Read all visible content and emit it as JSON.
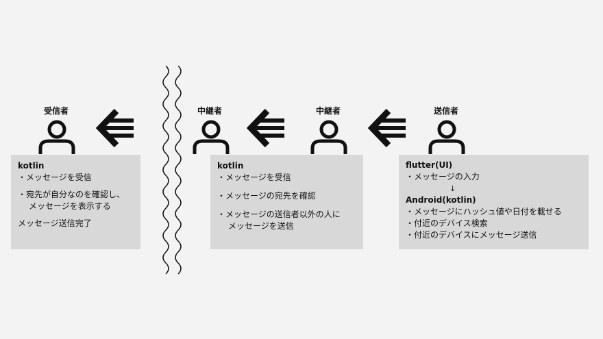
{
  "receiver": {
    "label": "受信者",
    "title": "kotlin",
    "items": [
      "・メッセージを受信",
      "・宛先が自分なのを確認し、",
      "メッセージを表示する"
    ],
    "footer": "メッセージ送信完了"
  },
  "relay1": {
    "label": "中継者"
  },
  "relay2": {
    "label": "中継者",
    "title": "kotlin",
    "items": [
      "・メッセージを受信",
      "・メッセージの宛先を確認",
      "・メッセージの送信者以外の人に",
      "メッセージを送信"
    ]
  },
  "sender": {
    "label": "送信者",
    "title": "flutter(UI)",
    "items_ui": [
      "・メッセージの入力"
    ],
    "down_arrow": "↓",
    "title2": "Android(kotlin)",
    "items_android": [
      "・メッセージにハッシュ値や日付を載せる",
      "・付近のデバイス検索",
      "・付近のデバイスにメッセージ送信"
    ]
  },
  "icons": [
    "person-icon",
    "arrow-left-icon",
    "wavy-separator"
  ]
}
